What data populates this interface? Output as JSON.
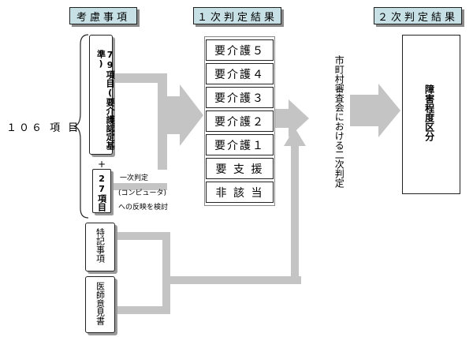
{
  "headers": {
    "factors": "考慮事項",
    "first": "１次判定結果",
    "second": "２次判定結果"
  },
  "left": {
    "total_label": "１０６ 項 目",
    "items79": "79項目(要介護認定基準)",
    "plus": "+",
    "items27": "27項目",
    "note_line1": "一次判定",
    "note_line2": "(コンピュータ)",
    "note_line3": "への反映を検討",
    "special": "特記事項",
    "doctor": "医師意見書"
  },
  "levels": [
    "要介護５",
    "要介護４",
    "要介護３",
    "要介護２",
    "要介護１",
    "要 支 援",
    "非 該 当"
  ],
  "municipal": "市町村審査会における二次判定",
  "result": "障害程度区分"
}
